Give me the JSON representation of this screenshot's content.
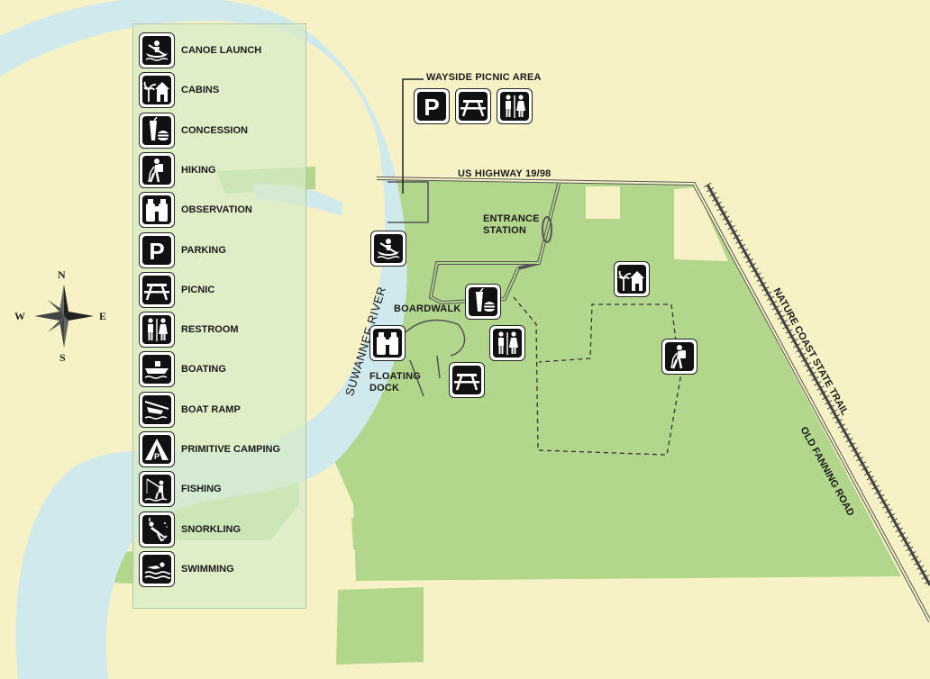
{
  "legend": [
    {
      "icon": "canoe-icon",
      "label": "CANOE LAUNCH"
    },
    {
      "icon": "cabin-icon",
      "label": "CABINS"
    },
    {
      "icon": "concession-icon",
      "label": "CONCESSION"
    },
    {
      "icon": "hiker-icon",
      "label": "HIKING"
    },
    {
      "icon": "binoculars-icon",
      "label": "OBSERVATION"
    },
    {
      "icon": "parking-icon",
      "label": "PARKING"
    },
    {
      "icon": "picnic-table-icon",
      "label": "PICNIC"
    },
    {
      "icon": "restroom-icon",
      "label": "RESTROOM"
    },
    {
      "icon": "boat-icon",
      "label": "BOATING"
    },
    {
      "icon": "boat-ramp-icon",
      "label": "BOAT RAMP"
    },
    {
      "icon": "tent-icon",
      "label": "PRIMITIVE CAMPING"
    },
    {
      "icon": "fishing-icon",
      "label": "FISHING"
    },
    {
      "icon": "snorkel-icon",
      "label": "SNORKLING"
    },
    {
      "icon": "swimmer-icon",
      "label": "SWIMMING"
    }
  ],
  "labels": {
    "wayside": "WAYSIDE PICNIC AREA",
    "highway": "US HIGHWAY 19/98",
    "entrance_1": "ENTRANCE",
    "entrance_2": "STATION",
    "boardwalk": "BOARDWALK",
    "floating_1": "FLOATING",
    "floating_2": "DOCK",
    "river": "SUWANNEE RIVER",
    "trail": "NATURE COAST STATE TRAIL",
    "road": "OLD FANNING ROAD"
  },
  "compass": {
    "n": "N",
    "s": "S",
    "e": "E",
    "w": "W"
  },
  "parking_letter": "P",
  "colors": {
    "land": "#f7f2c6",
    "park": "#b2d68c",
    "water": "#cfe9ec",
    "legend_bg": "#d6ebc8"
  }
}
